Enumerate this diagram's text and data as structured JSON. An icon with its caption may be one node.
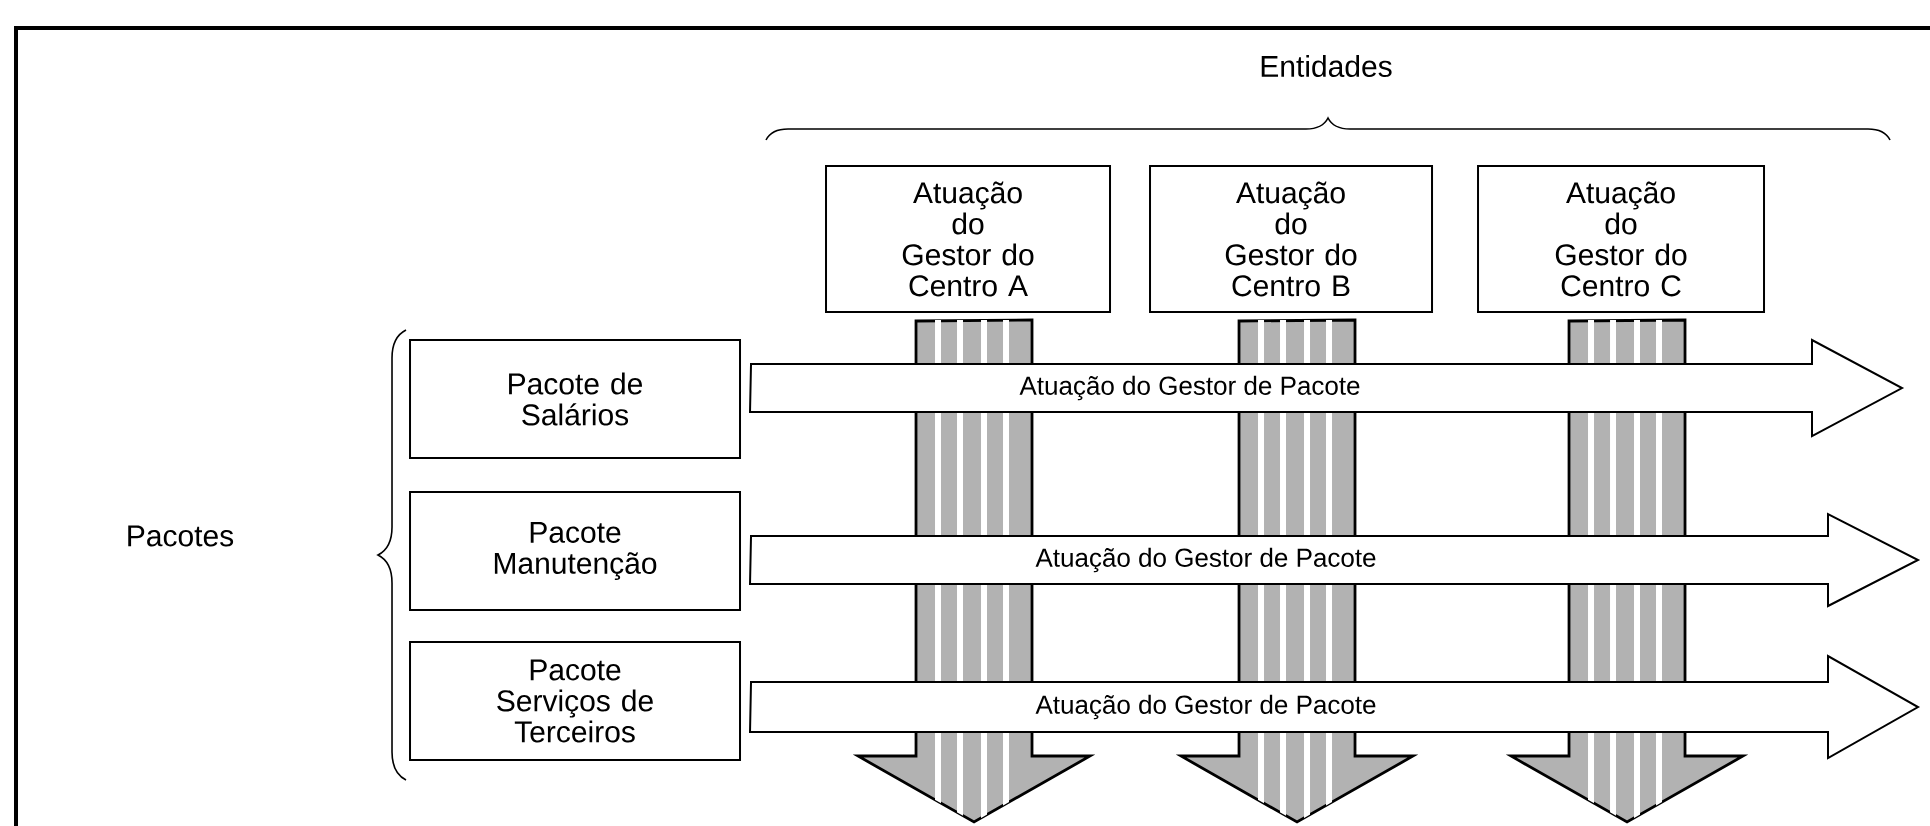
{
  "diagram": {
    "nodes": [
      {
        "text": [
          "Atuação do Gestor do Centro A"
        ]
      },
      {
        "text": [
          "Atuação do Gestor do Centro B"
        ]
      },
      {
        "text": [
          "Atuação do Gestor do Centro C"
        ]
      },
      {
        "text": [
          "Pacote de Salários"
        ]
      },
      {
        "text": [
          "Pacote Manutenção"
        ]
      },
      {
        "text": [
          "Pacote Serviços de Terceiros"
        ]
      }
    ],
    "edges": [
      {
        "from": 0,
        "to": null,
        "arrow": "to",
        "style": "thick"
      },
      {
        "from": 1,
        "to": null,
        "arrow": "to",
        "style": "thick"
      },
      {
        "from": 2,
        "to": null,
        "arrow": "to",
        "style": "thick"
      },
      {
        "from": 3,
        "to": null,
        "arrow": "to",
        "label": "Atuação do Gestor de Pacote"
      },
      {
        "from": 4,
        "to": null,
        "arrow": "to",
        "label": "Atuação do Gestor de Pacote"
      },
      {
        "from": 5,
        "to": null,
        "arrow": "to",
        "label": "Atuação do Gestor de Pacote"
      }
    ],
    "labels": [
      "Entidades",
      "Pacotes"
    ]
  }
}
